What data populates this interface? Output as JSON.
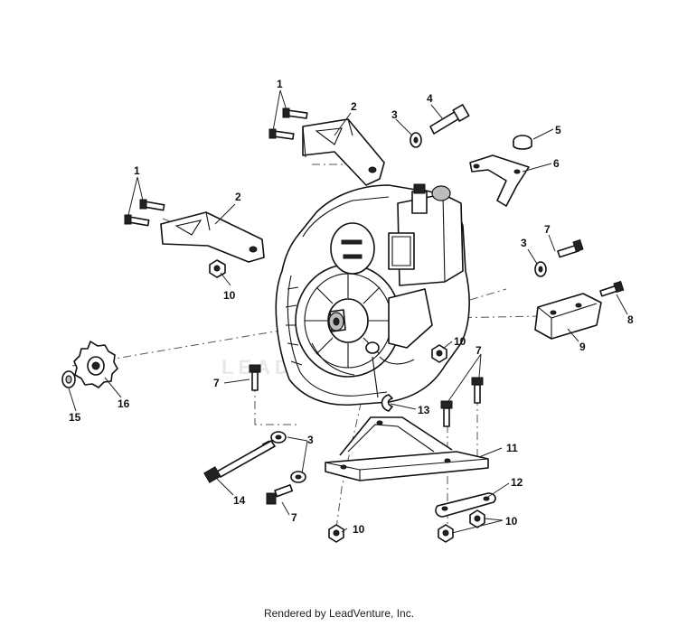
{
  "watermark": "LEADVENTURE",
  "footer": "Rendered by LeadVenture, Inc.",
  "callouts": {
    "c1a": "1",
    "c1b": "1",
    "c2a": "2",
    "c2b": "2",
    "c3a": "3",
    "c3b": "3",
    "c3c": "3",
    "c4": "4",
    "c5": "5",
    "c6": "6",
    "c7a": "7",
    "c7b": "7",
    "c7c": "7",
    "c7d": "7",
    "c8": "8",
    "c9": "9",
    "c10a": "10",
    "c10b": "10",
    "c10c": "10",
    "c10d": "10",
    "c11": "11",
    "c12": "12",
    "c13": "13",
    "c14": "14",
    "c15": "15",
    "c16": "16"
  }
}
